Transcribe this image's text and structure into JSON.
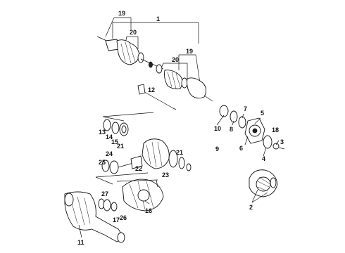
{
  "diagram": {
    "labels": {
      "l1": "1",
      "l2": "2",
      "l3": "3",
      "l4": "4",
      "l5": "5",
      "l6": "6",
      "l7": "7",
      "l8": "8",
      "l9": "9",
      "l10": "10",
      "l11": "11",
      "l12": "12",
      "l13": "13",
      "l14": "14",
      "l15": "15",
      "l16": "16",
      "l17": "17",
      "l18": "18",
      "l19a": "19",
      "l19b": "19",
      "l20a": "20",
      "l20b": "20",
      "l21a": "21",
      "l21b": "21",
      "l22": "22",
      "l23": "23",
      "l24": "24",
      "l25": "25",
      "l26": "26",
      "l27": "27"
    }
  }
}
